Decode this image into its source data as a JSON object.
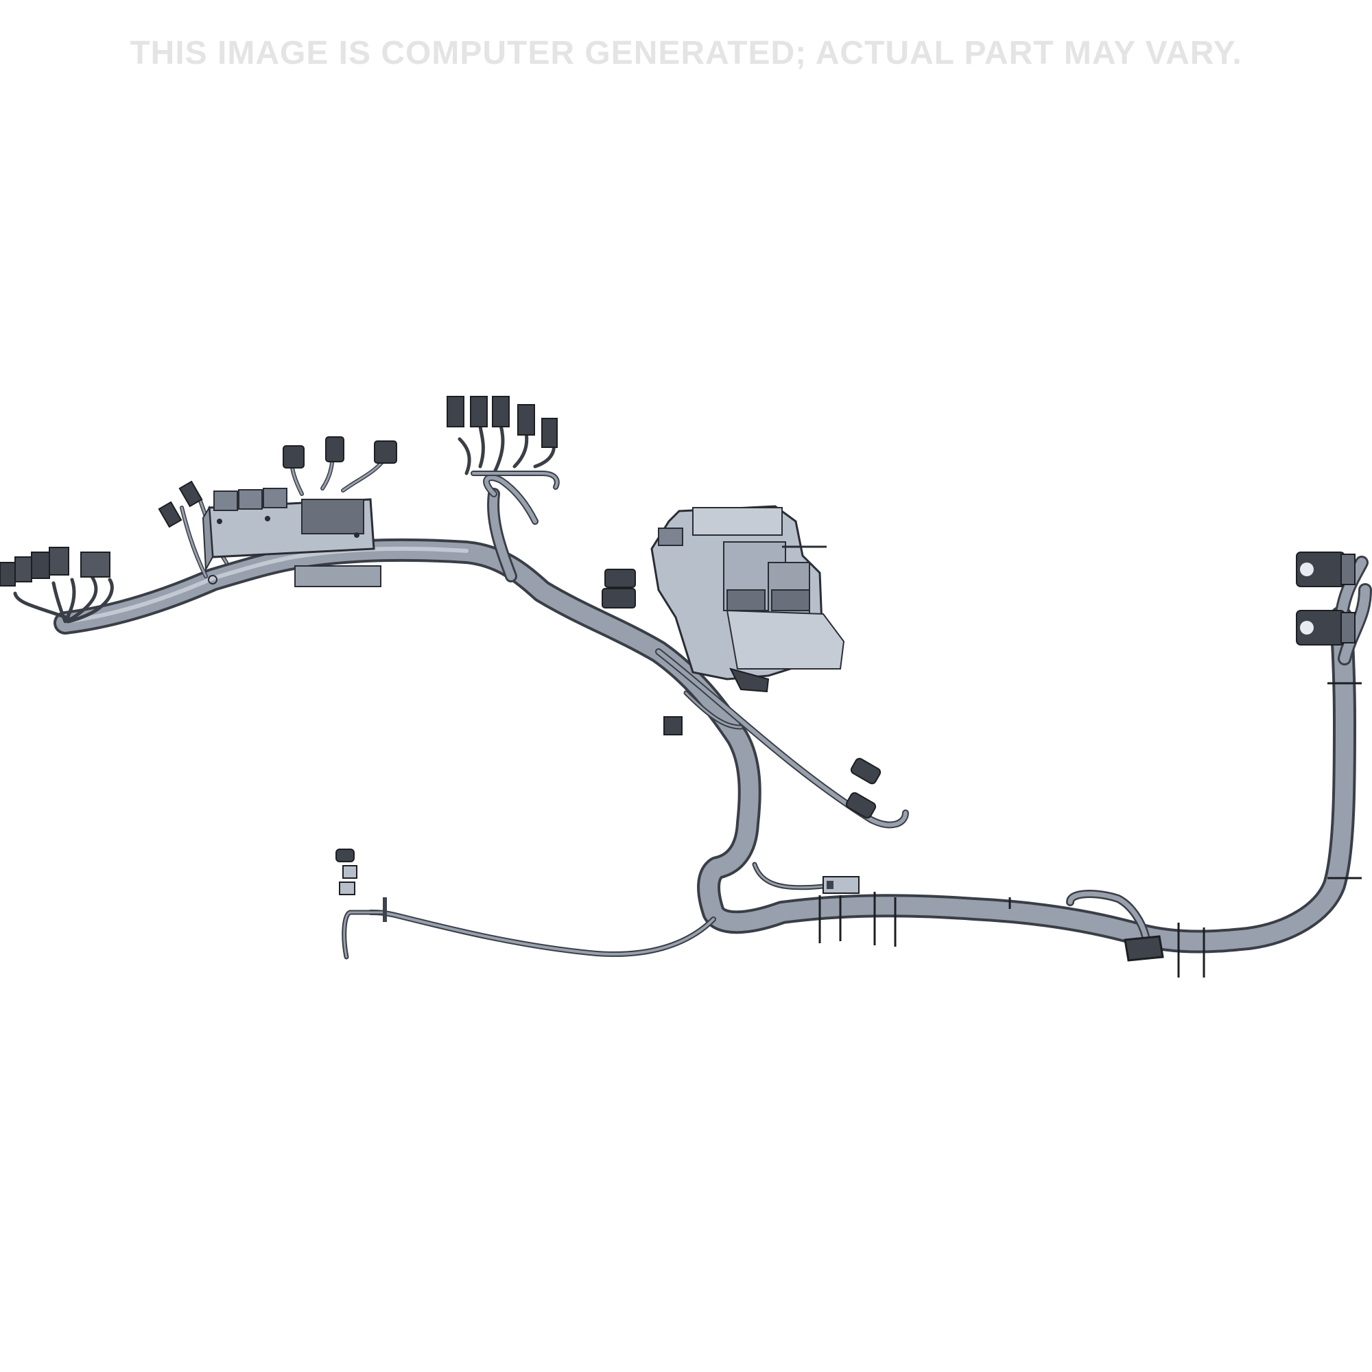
{
  "disclaimer": "THIS IMAGE IS COMPUTER GENERATED; ACTUAL PART MAY VARY.",
  "colors": {
    "harness": "#98a0ad",
    "harness_outline": "#3a3e46",
    "connector": "#3f434b",
    "connector_outline": "#1c1e22",
    "module": "#b7bfcb",
    "module_outline": "#2a2d33",
    "disclaimer": "#e4e4e4"
  },
  "components": [
    "left-connector-cluster",
    "fuse-relay-box",
    "top-connector-group",
    "top-right-connector-cluster",
    "central-module-assembly",
    "side-connector-pair",
    "dangling-connector",
    "branch-connector-pair",
    "lower-mid-connector",
    "small-connector-stack",
    "mounting-studs",
    "right-end-round-connectors"
  ]
}
